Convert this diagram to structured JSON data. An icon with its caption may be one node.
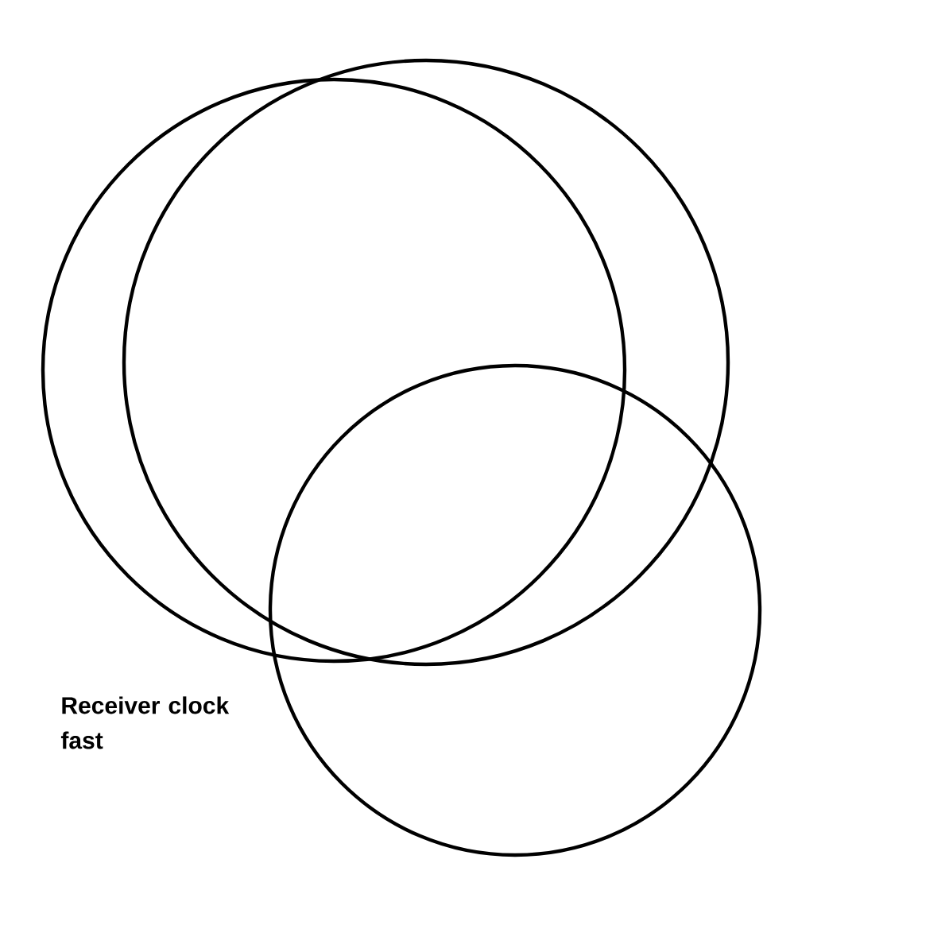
{
  "diagram": {
    "nodes": [
      {
        "text": [],
        "shape": "circle"
      },
      {
        "text": [],
        "shape": "circle"
      },
      {
        "text": [],
        "shape": "circle"
      }
    ],
    "labels": [
      "Receiver clock fast"
    ]
  }
}
